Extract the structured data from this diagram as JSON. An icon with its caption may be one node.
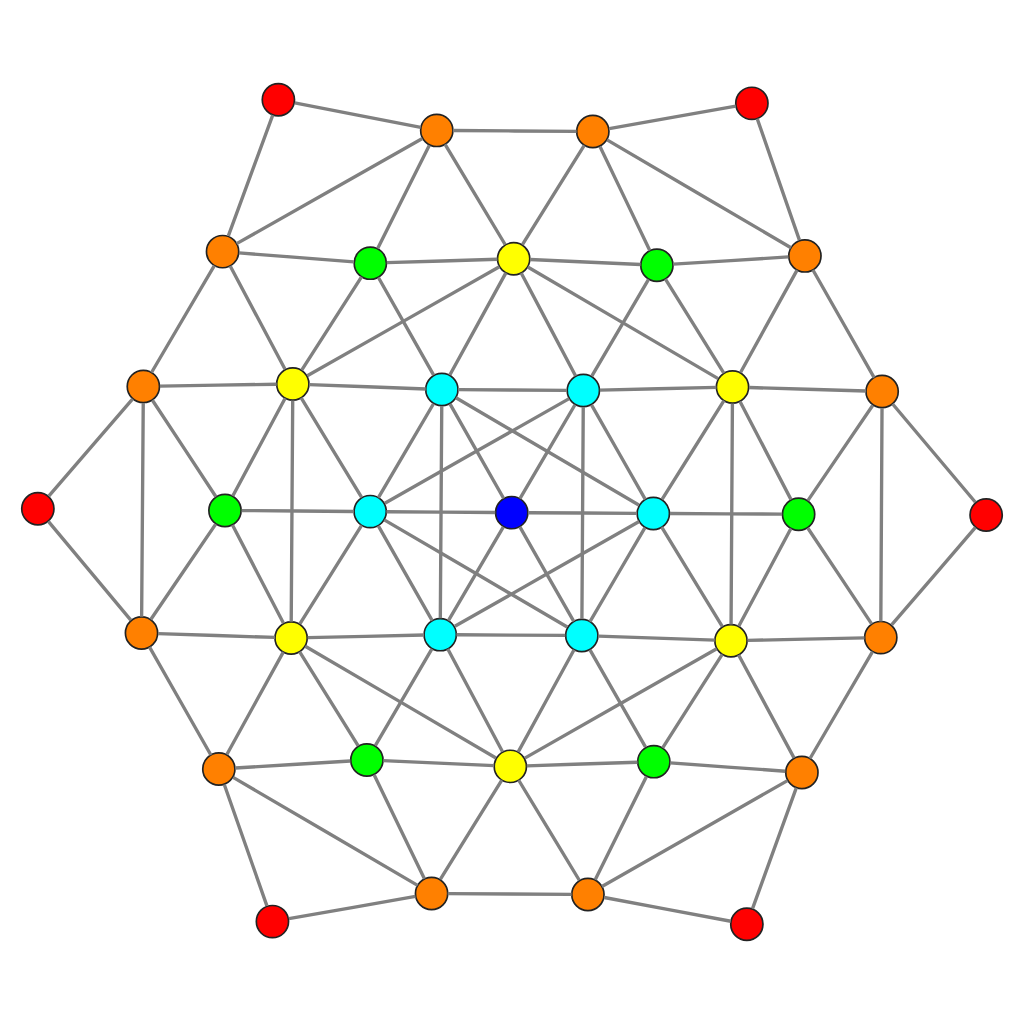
{
  "diagram": {
    "nodes": [
      {
        "text": [],
        "shape": "circle"
      },
      {
        "text": [],
        "shape": "circle"
      },
      {
        "text": [],
        "shape": "circle"
      },
      {
        "text": [],
        "shape": "circle"
      },
      {
        "text": [],
        "shape": "circle"
      },
      {
        "text": [],
        "shape": "circle"
      },
      {
        "text": [],
        "shape": "circle"
      },
      {
        "text": [],
        "shape": "circle"
      },
      {
        "text": [],
        "shape": "circle"
      },
      {
        "text": [],
        "shape": "circle"
      },
      {
        "text": [],
        "shape": "circle"
      },
      {
        "text": [],
        "shape": "circle"
      },
      {
        "text": [],
        "shape": "circle"
      },
      {
        "text": [],
        "shape": "circle"
      },
      {
        "text": [],
        "shape": "circle"
      },
      {
        "text": [],
        "shape": "circle"
      },
      {
        "text": [],
        "shape": "circle"
      },
      {
        "text": [],
        "shape": "circle"
      },
      {
        "text": [],
        "shape": "circle"
      },
      {
        "text": [],
        "shape": "circle"
      },
      {
        "text": [],
        "shape": "circle"
      },
      {
        "text": [],
        "shape": "circle"
      },
      {
        "text": [],
        "shape": "circle"
      },
      {
        "text": [],
        "shape": "circle"
      },
      {
        "text": [],
        "shape": "circle"
      },
      {
        "text": [],
        "shape": "circle"
      },
      {
        "text": [],
        "shape": "circle"
      },
      {
        "text": [],
        "shape": "circle"
      },
      {
        "text": [],
        "shape": "circle"
      },
      {
        "text": [],
        "shape": "circle"
      },
      {
        "text": [],
        "shape": "circle"
      },
      {
        "text": [],
        "shape": "circle"
      },
      {
        "text": [],
        "shape": "circle"
      },
      {
        "text": [],
        "shape": "circle"
      },
      {
        "text": [],
        "shape": "circle"
      },
      {
        "text": [],
        "shape": "circle"
      },
      {
        "text": [],
        "shape": "circle"
      }
    ],
    "edges": [
      {
        "from": 0,
        "to": 1,
        "arrow": "none"
      },
      {
        "from": 1,
        "to": 2,
        "arrow": "none"
      },
      {
        "from": 2,
        "to": 3,
        "arrow": "none"
      },
      {
        "from": 0,
        "to": 4,
        "arrow": "none"
      },
      {
        "from": 1,
        "to": 4,
        "arrow": "none"
      },
      {
        "from": 1,
        "to": 5,
        "arrow": "none"
      },
      {
        "from": 1,
        "to": 6,
        "arrow": "none"
      },
      {
        "from": 2,
        "to": 6,
        "arrow": "none"
      },
      {
        "from": 2,
        "to": 7,
        "arrow": "none"
      },
      {
        "from": 2,
        "to": 8,
        "arrow": "none"
      },
      {
        "from": 3,
        "to": 8,
        "arrow": "none"
      },
      {
        "from": 4,
        "to": 5,
        "arrow": "none"
      },
      {
        "from": 5,
        "to": 6,
        "arrow": "none"
      },
      {
        "from": 6,
        "to": 7,
        "arrow": "none"
      },
      {
        "from": 7,
        "to": 8,
        "arrow": "none"
      },
      {
        "from": 4,
        "to": 9,
        "arrow": "none"
      },
      {
        "from": 4,
        "to": 10,
        "arrow": "none"
      },
      {
        "from": 5,
        "to": 10,
        "arrow": "none"
      },
      {
        "from": 5,
        "to": 11,
        "arrow": "none"
      },
      {
        "from": 6,
        "to": 10,
        "arrow": "none"
      },
      {
        "from": 6,
        "to": 11,
        "arrow": "none"
      },
      {
        "from": 6,
        "to": 12,
        "arrow": "none"
      },
      {
        "from": 6,
        "to": 13,
        "arrow": "none"
      },
      {
        "from": 7,
        "to": 12,
        "arrow": "none"
      },
      {
        "from": 7,
        "to": 13,
        "arrow": "none"
      },
      {
        "from": 8,
        "to": 13,
        "arrow": "none"
      },
      {
        "from": 8,
        "to": 14,
        "arrow": "none"
      },
      {
        "from": 9,
        "to": 10,
        "arrow": "none"
      },
      {
        "from": 10,
        "to": 11,
        "arrow": "none"
      },
      {
        "from": 11,
        "to": 12,
        "arrow": "none"
      },
      {
        "from": 12,
        "to": 13,
        "arrow": "none"
      },
      {
        "from": 13,
        "to": 14,
        "arrow": "none"
      },
      {
        "from": 9,
        "to": 15,
        "arrow": "none"
      },
      {
        "from": 9,
        "to": 16,
        "arrow": "none"
      },
      {
        "from": 10,
        "to": 16,
        "arrow": "none"
      },
      {
        "from": 10,
        "to": 17,
        "arrow": "none"
      },
      {
        "from": 11,
        "to": 17,
        "arrow": "none"
      },
      {
        "from": 11,
        "to": 18,
        "arrow": "none"
      },
      {
        "from": 11,
        "to": 19,
        "arrow": "none"
      },
      {
        "from": 12,
        "to": 17,
        "arrow": "none"
      },
      {
        "from": 12,
        "to": 18,
        "arrow": "none"
      },
      {
        "from": 12,
        "to": 19,
        "arrow": "none"
      },
      {
        "from": 13,
        "to": 19,
        "arrow": "none"
      },
      {
        "from": 13,
        "to": 20,
        "arrow": "none"
      },
      {
        "from": 14,
        "to": 20,
        "arrow": "none"
      },
      {
        "from": 14,
        "to": 21,
        "arrow": "none"
      },
      {
        "from": 9,
        "to": 22,
        "arrow": "none"
      },
      {
        "from": 10,
        "to": 23,
        "arrow": "none"
      },
      {
        "from": 11,
        "to": 24,
        "arrow": "none"
      },
      {
        "from": 12,
        "to": 25,
        "arrow": "none"
      },
      {
        "from": 13,
        "to": 26,
        "arrow": "none"
      },
      {
        "from": 14,
        "to": 27,
        "arrow": "none"
      },
      {
        "from": 16,
        "to": 17,
        "arrow": "none"
      },
      {
        "from": 17,
        "to": 18,
        "arrow": "none"
      },
      {
        "from": 18,
        "to": 19,
        "arrow": "none"
      },
      {
        "from": 19,
        "to": 20,
        "arrow": "none"
      },
      {
        "from": 15,
        "to": 22,
        "arrow": "none"
      },
      {
        "from": 16,
        "to": 22,
        "arrow": "none"
      },
      {
        "from": 16,
        "to": 23,
        "arrow": "none"
      },
      {
        "from": 17,
        "to": 23,
        "arrow": "none"
      },
      {
        "from": 17,
        "to": 24,
        "arrow": "none"
      },
      {
        "from": 17,
        "to": 25,
        "arrow": "none"
      },
      {
        "from": 18,
        "to": 24,
        "arrow": "none"
      },
      {
        "from": 18,
        "to": 25,
        "arrow": "none"
      },
      {
        "from": 19,
        "to": 24,
        "arrow": "none"
      },
      {
        "from": 19,
        "to": 25,
        "arrow": "none"
      },
      {
        "from": 19,
        "to": 26,
        "arrow": "none"
      },
      {
        "from": 20,
        "to": 26,
        "arrow": "none"
      },
      {
        "from": 20,
        "to": 27,
        "arrow": "none"
      },
      {
        "from": 21,
        "to": 27,
        "arrow": "none"
      },
      {
        "from": 22,
        "to": 23,
        "arrow": "none"
      },
      {
        "from": 23,
        "to": 24,
        "arrow": "none"
      },
      {
        "from": 24,
        "to": 25,
        "arrow": "none"
      },
      {
        "from": 25,
        "to": 26,
        "arrow": "none"
      },
      {
        "from": 26,
        "to": 27,
        "arrow": "none"
      },
      {
        "from": 22,
        "to": 28,
        "arrow": "none"
      },
      {
        "from": 23,
        "to": 28,
        "arrow": "none"
      },
      {
        "from": 23,
        "to": 29,
        "arrow": "none"
      },
      {
        "from": 23,
        "to": 30,
        "arrow": "none"
      },
      {
        "from": 24,
        "to": 29,
        "arrow": "none"
      },
      {
        "from": 24,
        "to": 30,
        "arrow": "none"
      },
      {
        "from": 25,
        "to": 30,
        "arrow": "none"
      },
      {
        "from": 25,
        "to": 31,
        "arrow": "none"
      },
      {
        "from": 26,
        "to": 30,
        "arrow": "none"
      },
      {
        "from": 26,
        "to": 31,
        "arrow": "none"
      },
      {
        "from": 26,
        "to": 32,
        "arrow": "none"
      },
      {
        "from": 27,
        "to": 32,
        "arrow": "none"
      },
      {
        "from": 28,
        "to": 29,
        "arrow": "none"
      },
      {
        "from": 29,
        "to": 30,
        "arrow": "none"
      },
      {
        "from": 30,
        "to": 31,
        "arrow": "none"
      },
      {
        "from": 31,
        "to": 32,
        "arrow": "none"
      },
      {
        "from": 28,
        "to": 33,
        "arrow": "none"
      },
      {
        "from": 28,
        "to": 34,
        "arrow": "none"
      },
      {
        "from": 29,
        "to": 34,
        "arrow": "none"
      },
      {
        "from": 30,
        "to": 34,
        "arrow": "none"
      },
      {
        "from": 30,
        "to": 35,
        "arrow": "none"
      },
      {
        "from": 31,
        "to": 35,
        "arrow": "none"
      },
      {
        "from": 32,
        "to": 35,
        "arrow": "none"
      },
      {
        "from": 32,
        "to": 36,
        "arrow": "none"
      },
      {
        "from": 33,
        "to": 34,
        "arrow": "none"
      },
      {
        "from": 34,
        "to": 35,
        "arrow": "none"
      },
      {
        "from": 35,
        "to": 36,
        "arrow": "none"
      }
    ]
  }
}
